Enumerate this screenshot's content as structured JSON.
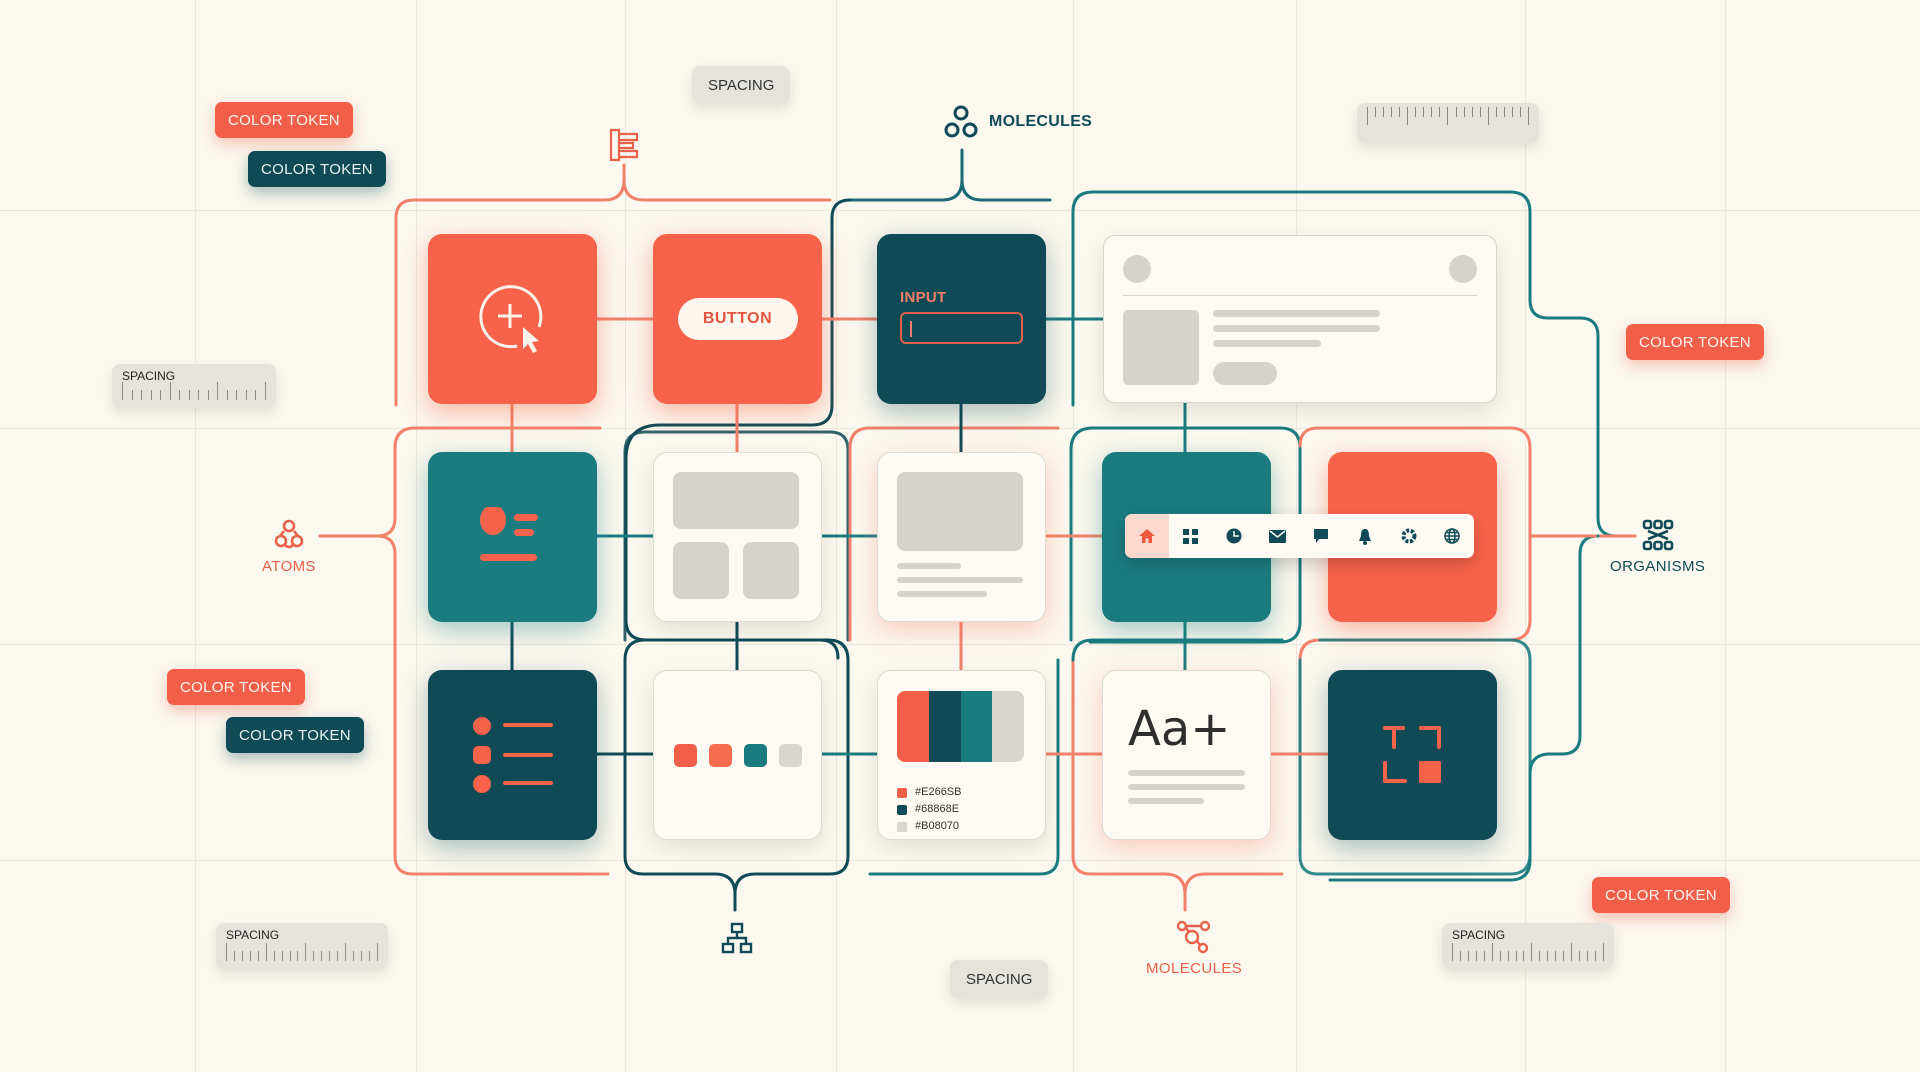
{
  "colors": {
    "background": "#fbf8ef",
    "coral": "#f7634a",
    "teal": "#1b7c80",
    "navy": "#0f4a56",
    "paper": "#fcfaf2",
    "neutral": "#d5d3ce"
  },
  "labels": {
    "atoms": "ATOMS",
    "molecules_top": "MOLECULES",
    "molecules_bottom": "MOLECULES",
    "organisms": "ORGANISMS"
  },
  "tokens": {
    "color_token_1": "COLOR TOKEN",
    "color_token_2": "COLOR TOKEN",
    "color_token_3": "COLOR TOKEN",
    "color_token_4": "COLOR TOKEN",
    "color_token_5": "COLOR TOKEN",
    "color_token_6": "COLOR TOKEN"
  },
  "spacing": {
    "top_chip": "SPACING",
    "bottom_chip": "SPACING",
    "ruler_left": "SPACING",
    "ruler_bottom_left": "SPACING",
    "ruler_bottom_right": "SPACING"
  },
  "tiles": {
    "button_label": "BUTTON",
    "input_label": "INPUT",
    "typography_sample": "Aa+",
    "palette": [
      {
        "hex": "#E266SB",
        "color": "#f25f48"
      },
      {
        "hex": "#68868E",
        "color": "#0f4a56"
      },
      {
        "hex": "#B08070",
        "color": "#d8d6d1"
      }
    ],
    "swatch_dots": [
      "#f25f48",
      "#f76c4f",
      "#1b7c80",
      "#d8d6d1"
    ]
  },
  "navbar": {
    "items": [
      {
        "icon": "home-icon",
        "active": true
      },
      {
        "icon": "grid-icon",
        "active": false
      },
      {
        "icon": "chart-icon",
        "active": false
      },
      {
        "icon": "mail-icon",
        "active": false
      },
      {
        "icon": "chat-icon",
        "active": false
      },
      {
        "icon": "bell-icon",
        "active": false
      },
      {
        "icon": "gear-icon",
        "active": false
      },
      {
        "icon": "globe-icon",
        "active": false
      }
    ]
  }
}
